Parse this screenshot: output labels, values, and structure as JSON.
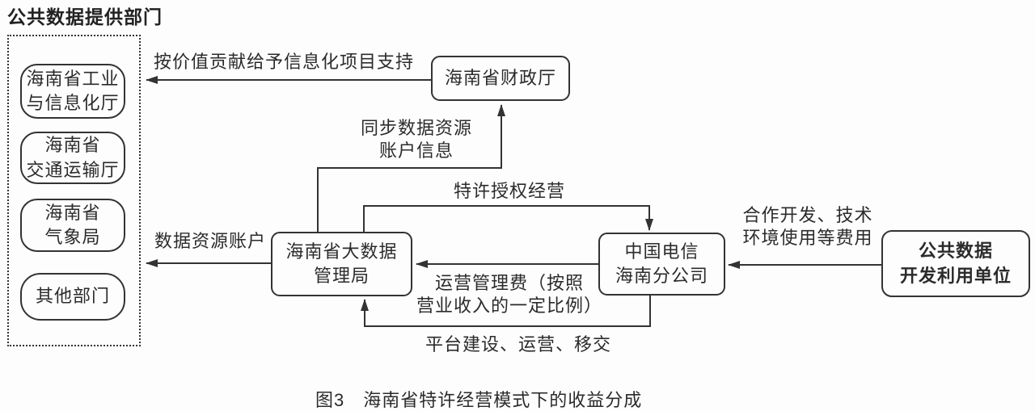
{
  "colors": {
    "background": "#fdfdfd",
    "line": "#333333",
    "text": "#2b2b2b"
  },
  "provider_section": {
    "title": "公共数据提供部门",
    "departments": [
      {
        "label": "海南省工业\n与信息化厅"
      },
      {
        "label": "海南省\n交通运输厅"
      },
      {
        "label": "海南省\n气象局"
      },
      {
        "label": "其他部门"
      }
    ]
  },
  "nodes": {
    "finance": {
      "label": "海南省财政厅"
    },
    "bigdata": {
      "label": "海南省大数据\n管理局"
    },
    "telecom": {
      "label": "中国电信\n海南分公司"
    },
    "developer": {
      "label": "公共数据\n开发利用单位"
    }
  },
  "edges": {
    "support": {
      "label": "按价值贡献给予信息化项目支持"
    },
    "sync": {
      "label": "同步数据资源\n账户信息"
    },
    "franchise": {
      "label": "特许授权经营"
    },
    "fee": {
      "label": "运营管理费（按照\n营业收入的一定比例）"
    },
    "platform": {
      "label": "平台建设、运营、移交"
    },
    "coop": {
      "label": "合作开发、技术\n环境使用等费用"
    },
    "account": {
      "label": "数据资源账户"
    }
  },
  "caption": "图3　海南省特许经营模式下的收益分成"
}
